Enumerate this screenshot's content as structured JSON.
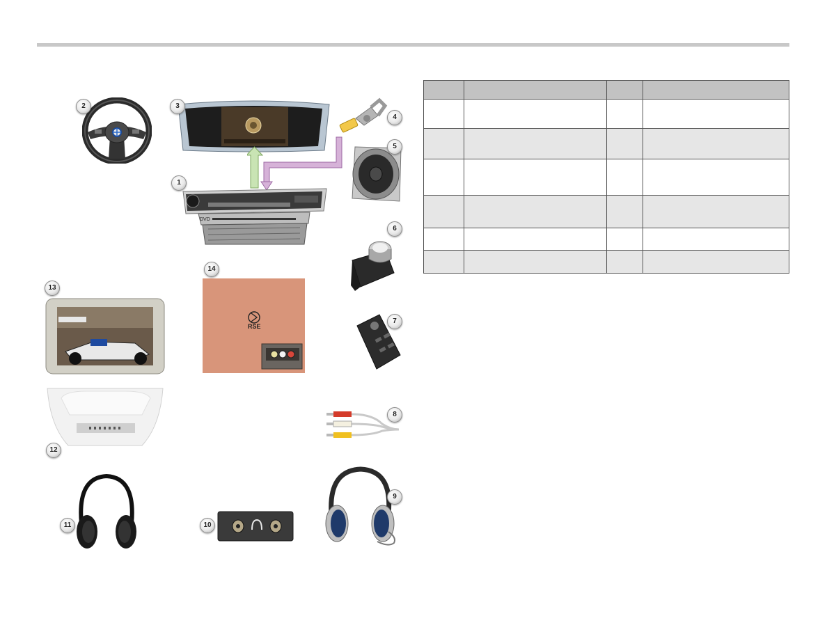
{
  "callouts": [
    "1",
    "2",
    "3",
    "4",
    "5",
    "6",
    "7",
    "8",
    "9",
    "10",
    "11",
    "12",
    "13",
    "14"
  ],
  "rse_label": "RSE",
  "cd_label": "DVD",
  "legend_rows": [
    {
      "h": 42,
      "alt": false
    },
    {
      "h": 44,
      "alt": true
    },
    {
      "h": 52,
      "alt": false
    },
    {
      "h": 47,
      "alt": true
    },
    {
      "h": 32,
      "alt": false
    },
    {
      "h": 33,
      "alt": true
    }
  ],
  "colors": {
    "rule": "#c8c8c8",
    "header": "#c2c2c2",
    "alt_row": "#e6e6e6",
    "rse_panel": "#d8957a"
  }
}
